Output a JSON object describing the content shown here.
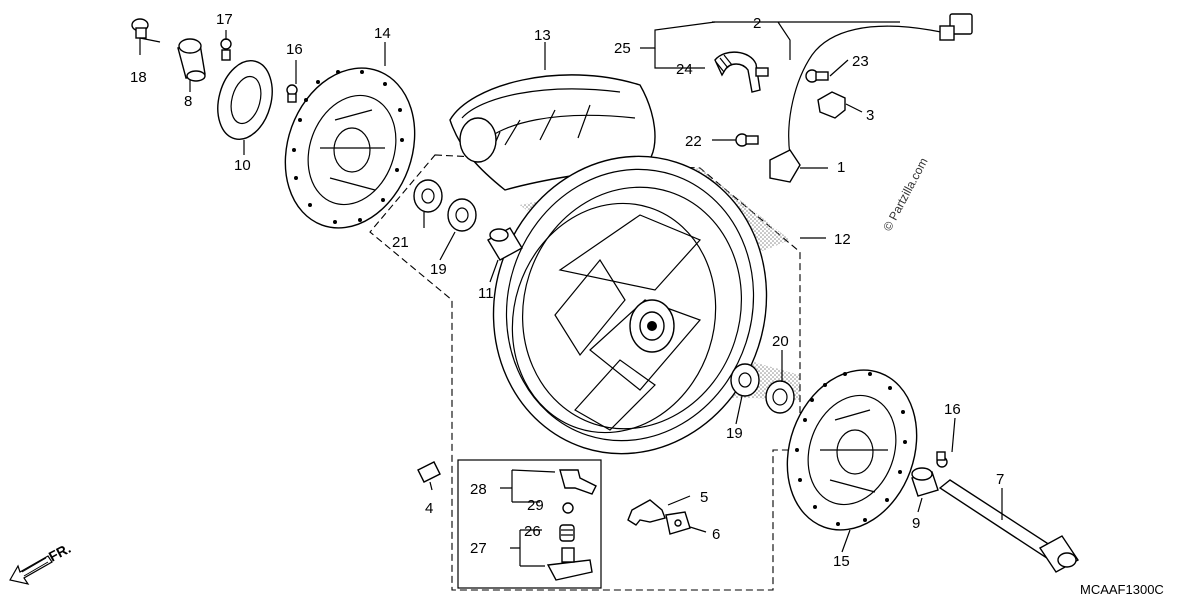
{
  "labels": {
    "p1": "1",
    "p2": "2",
    "p3": "3",
    "p4": "4",
    "p5": "5",
    "p6": "6",
    "p7": "7",
    "p8": "8",
    "p9": "9",
    "p10": "10",
    "p11": "11",
    "p12": "12",
    "p13": "13",
    "p14": "14",
    "p15": "15",
    "p16a": "16",
    "p16b": "16",
    "p17": "17",
    "p18": "18",
    "p19a": "19",
    "p19b": "19",
    "p20": "20",
    "p21": "21",
    "p22": "22",
    "p23": "23",
    "p24": "24",
    "p25": "25",
    "p26": "26",
    "p27": "27",
    "p28": "28",
    "p29": "29"
  },
  "watermark": "© Partzilla.com",
  "diagram_code": "MCAAF1300C",
  "direction": "FR.",
  "colors": {
    "ink": "#000000",
    "stipple": "#9a9a9a",
    "paper": "#ffffff"
  }
}
